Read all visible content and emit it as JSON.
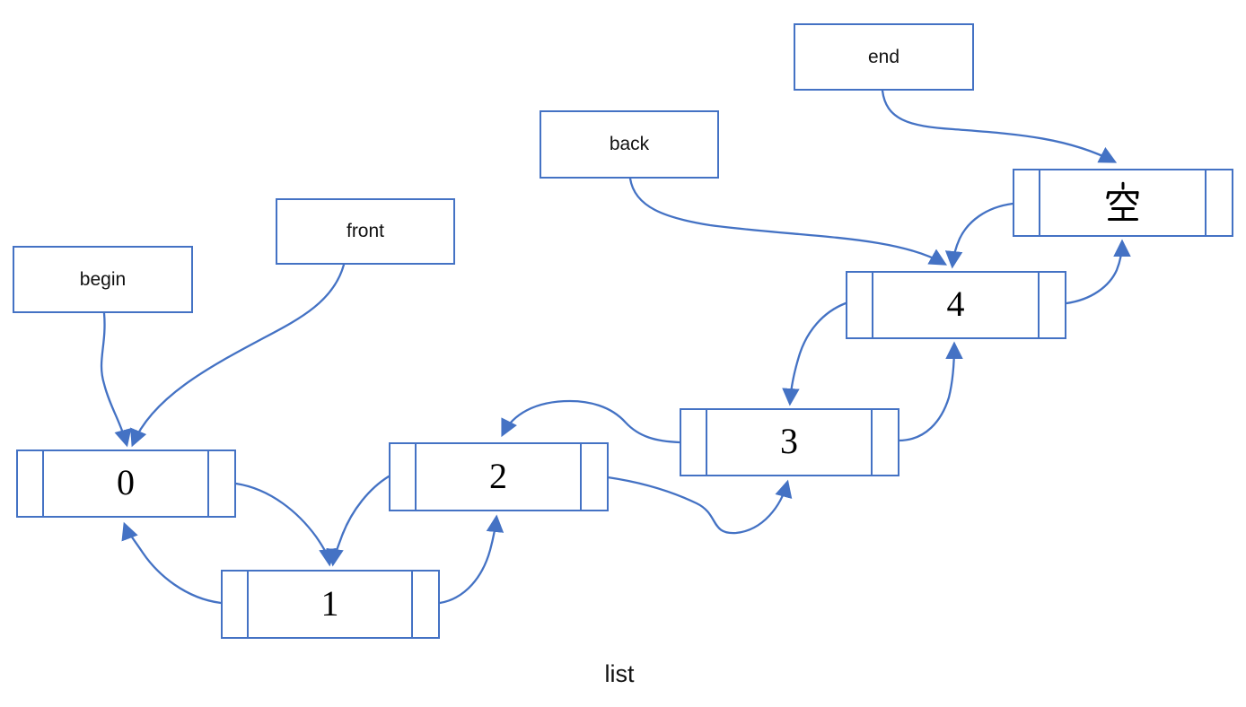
{
  "diagram": {
    "kind": "doubly-linked-list-with-sentinel",
    "caption": "list",
    "colors": {
      "line": "#4472C4",
      "box_border": "#4472C4",
      "text": "#000000",
      "background": "#ffffff"
    }
  },
  "pointer_labels": [
    {
      "id": "begin",
      "label": "begin",
      "points_to": "node-0"
    },
    {
      "id": "front",
      "label": "front",
      "points_to": "node-0"
    },
    {
      "id": "back",
      "label": "back",
      "points_to": "node-4"
    },
    {
      "id": "end",
      "label": "end",
      "points_to": "node-empty"
    }
  ],
  "nodes": [
    {
      "id": "node-0",
      "value": "0"
    },
    {
      "id": "node-1",
      "value": "1"
    },
    {
      "id": "node-2",
      "value": "2"
    },
    {
      "id": "node-3",
      "value": "3"
    },
    {
      "id": "node-4",
      "value": "4"
    },
    {
      "id": "node-empty",
      "value": "空"
    }
  ],
  "edges": [
    {
      "from": "begin",
      "to": "node-0-top"
    },
    {
      "from": "front",
      "to": "node-0-top"
    },
    {
      "from": "back",
      "to": "node-4-top"
    },
    {
      "from": "end",
      "to": "node-empty-top"
    },
    {
      "from": "node-0-next",
      "to": "node-1-top"
    },
    {
      "from": "node-1-prev",
      "to": "node-0-bottom"
    },
    {
      "from": "node-1-next",
      "to": "node-2-bottom"
    },
    {
      "from": "node-2-prev",
      "to": "node-1-top"
    },
    {
      "from": "node-2-next",
      "to": "node-3-bottom"
    },
    {
      "from": "node-3-prev",
      "to": "node-2-top"
    },
    {
      "from": "node-3-next",
      "to": "node-4-bottom"
    },
    {
      "from": "node-4-prev",
      "to": "node-3-top"
    },
    {
      "from": "node-4-next",
      "to": "node-empty-bottom"
    },
    {
      "from": "node-empty-prev",
      "to": "node-4-top"
    }
  ]
}
